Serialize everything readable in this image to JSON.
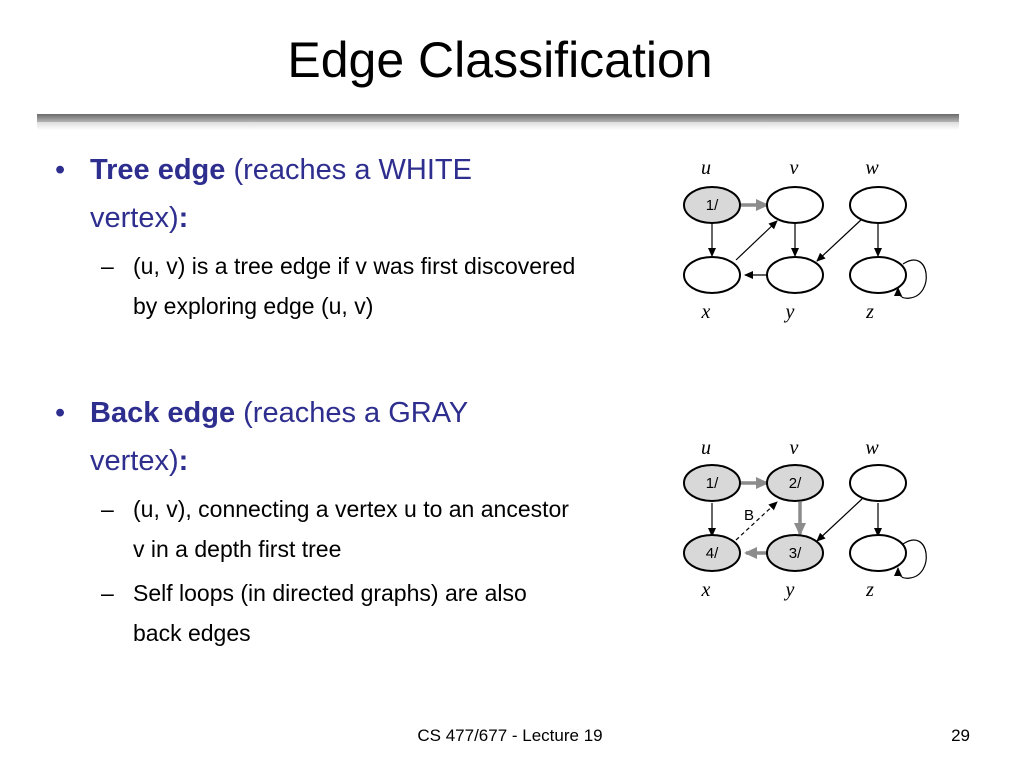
{
  "title": "Edge Classification",
  "bullets": [
    {
      "keyword": "Tree edge",
      "rest": " (reaches a WHITE vertex)",
      "colon": ":",
      "subs": [
        "(u, v) is a tree edge if v was first discovered by exploring edge (u, v)"
      ]
    },
    {
      "keyword": "Back edge",
      "rest": " (reaches a GRAY vertex)",
      "colon": ":",
      "subs": [
        "(u, v), connecting a vertex u to an ancestor v in a depth first tree",
        "Self loops (in directed graphs) are also back edges"
      ]
    }
  ],
  "graph1": {
    "vertex_labels": [
      "u",
      "v",
      "w",
      "x",
      "y",
      "z"
    ],
    "node_labels": [
      "1/",
      "",
      "",
      "",
      "",
      ""
    ]
  },
  "graph2": {
    "vertex_labels": [
      "u",
      "v",
      "w",
      "x",
      "y",
      "z"
    ],
    "node_labels": [
      "1/",
      "2/",
      "",
      "4/",
      "3/",
      ""
    ],
    "edge_label": "B"
  },
  "footer": {
    "center": "CS 477/677 - Lecture 19",
    "page": "29"
  }
}
